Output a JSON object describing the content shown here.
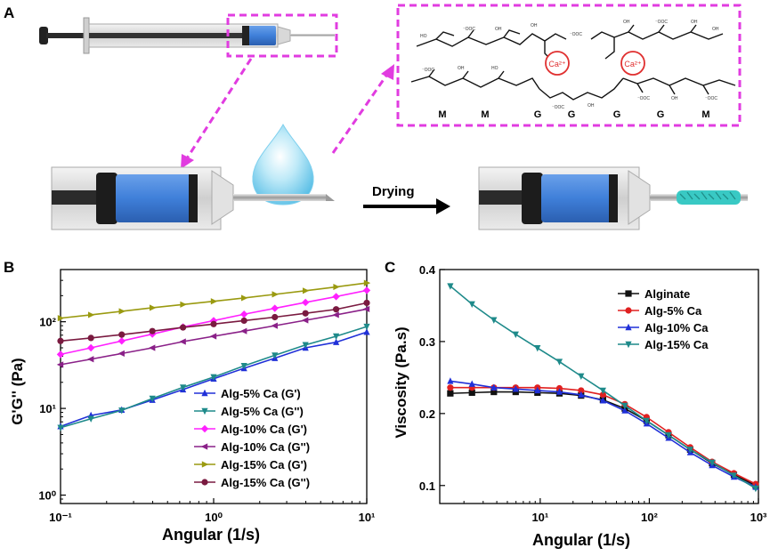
{
  "panels": {
    "a": {
      "letter": "A",
      "drying_label": "Drying",
      "ion_label": "Ca²⁺",
      "residues": [
        "M",
        "M",
        "G",
        "G",
        "G",
        "G",
        "M"
      ],
      "colors": {
        "hydrogel": "#3f7fd9",
        "frame": "#e13ce0",
        "ion": "#e03030",
        "drop": "#8fd6f0",
        "fiber": "#39c9c4"
      }
    },
    "b": {
      "letter": "B"
    },
    "c": {
      "letter": "C"
    }
  },
  "chart_data": [
    {
      "type": "line",
      "panel": "B",
      "xlabel": "Angular (1/s)",
      "ylabel": "G'G'' (Pa)",
      "xscale": "log",
      "yscale": "log",
      "xlim": [
        0.1,
        10
      ],
      "ylim": [
        0.8,
        400
      ],
      "xticks": [
        "10⁻¹",
        "10⁰",
        "10¹"
      ],
      "yticks": [
        "10⁰",
        "10¹",
        "10²"
      ],
      "legend_position": "bottom-center",
      "series": [
        {
          "name": "Alg-5% Ca (G')",
          "color": "#2030d8",
          "marker": "triangle-up",
          "x": [
            0.1,
            0.158,
            0.251,
            0.398,
            0.631,
            1.0,
            1.58,
            2.51,
            3.98,
            6.31,
            10
          ],
          "y": [
            6.2,
            8.3,
            9.6,
            12.5,
            16.5,
            22,
            29,
            38,
            50,
            58,
            76
          ]
        },
        {
          "name": "Alg-5% Ca (G'')",
          "color": "#1e8a8a",
          "marker": "triangle-down",
          "x": [
            0.1,
            0.158,
            0.251,
            0.398,
            0.631,
            1.0,
            1.58,
            2.51,
            3.98,
            6.31,
            10
          ],
          "y": [
            6.0,
            7.6,
            9.5,
            13,
            17.5,
            23,
            31,
            41,
            54,
            68,
            88
          ]
        },
        {
          "name": "Alg-10% Ca (G')",
          "color": "#ff20ff",
          "marker": "diamond",
          "x": [
            0.1,
            0.158,
            0.251,
            0.398,
            0.631,
            1.0,
            1.58,
            2.51,
            3.98,
            6.31,
            10
          ],
          "y": [
            42,
            50,
            60,
            72,
            87,
            103,
            122,
            143,
            167,
            195,
            230
          ]
        },
        {
          "name": "Alg-10% Ca (G'')",
          "color": "#8a2088",
          "marker": "triangle-left",
          "x": [
            0.1,
            0.158,
            0.251,
            0.398,
            0.631,
            1.0,
            1.58,
            2.51,
            3.98,
            6.31,
            10
          ],
          "y": [
            32,
            37,
            43,
            50,
            59,
            68,
            78,
            90,
            104,
            120,
            140
          ]
        },
        {
          "name": "Alg-15% Ca (G')",
          "color": "#9a9a10",
          "marker": "triangle-right",
          "x": [
            0.1,
            0.158,
            0.251,
            0.398,
            0.631,
            1.0,
            1.58,
            2.51,
            3.98,
            6.31,
            10
          ],
          "y": [
            110,
            120,
            132,
            145,
            158,
            172,
            188,
            207,
            228,
            252,
            280
          ]
        },
        {
          "name": "Alg-15% Ca (G'')",
          "color": "#7a1a40",
          "marker": "circle",
          "x": [
            0.1,
            0.158,
            0.251,
            0.398,
            0.631,
            1.0,
            1.58,
            2.51,
            3.98,
            6.31,
            10
          ],
          "y": [
            60,
            65,
            71,
            78,
            86,
            94,
            103,
            113,
            125,
            139,
            165
          ]
        }
      ]
    },
    {
      "type": "line",
      "panel": "C",
      "xlabel": "Angular (1/s)",
      "ylabel": "Viscosity (Pa.s)",
      "xscale": "log",
      "yscale": "linear",
      "xlim": [
        1.2,
        1000
      ],
      "ylim": [
        0.075,
        0.4
      ],
      "xticks": [
        "10¹",
        "10²",
        "10³"
      ],
      "yticks": [
        "0.1",
        "0.2",
        "0.3",
        "0.4"
      ],
      "legend_position": "top-right",
      "series": [
        {
          "name": "Alginate",
          "color": "#111111",
          "marker": "square",
          "x": [
            1.5,
            2.37,
            3.76,
            5.96,
            9.44,
            15,
            23.7,
            37.6,
            59.6,
            94.4,
            150,
            237,
            376,
            596,
            944
          ],
          "y": [
            0.228,
            0.229,
            0.23,
            0.23,
            0.229,
            0.228,
            0.225,
            0.219,
            0.207,
            0.19,
            0.17,
            0.15,
            0.131,
            0.115,
            0.1
          ]
        },
        {
          "name": "Alg-5% Ca",
          "color": "#e02020",
          "marker": "circle",
          "x": [
            1.5,
            2.37,
            3.76,
            5.96,
            9.44,
            15,
            23.7,
            37.6,
            59.6,
            94.4,
            150,
            237,
            376,
            596,
            944
          ],
          "y": [
            0.236,
            0.236,
            0.236,
            0.236,
            0.236,
            0.235,
            0.232,
            0.226,
            0.213,
            0.195,
            0.174,
            0.153,
            0.133,
            0.117,
            0.102
          ]
        },
        {
          "name": "Alg-10% Ca",
          "color": "#2030d8",
          "marker": "triangle-up",
          "x": [
            1.5,
            2.37,
            3.76,
            5.96,
            9.44,
            15,
            23.7,
            37.6,
            59.6,
            94.4,
            150,
            237,
            376,
            596,
            944
          ],
          "y": [
            0.245,
            0.241,
            0.236,
            0.234,
            0.232,
            0.23,
            0.226,
            0.218,
            0.204,
            0.186,
            0.166,
            0.146,
            0.128,
            0.112,
            0.098
          ]
        },
        {
          "name": "Alg-15% Ca",
          "color": "#1e8a8a",
          "marker": "triangle-down",
          "x": [
            1.5,
            2.37,
            3.76,
            5.96,
            9.44,
            15,
            23.7,
            37.6,
            59.6,
            94.4,
            150,
            237,
            376,
            596,
            944
          ],
          "y": [
            0.377,
            0.352,
            0.33,
            0.31,
            0.291,
            0.272,
            0.252,
            0.232,
            0.211,
            0.19,
            0.17,
            0.15,
            0.132,
            0.114,
            0.096
          ]
        }
      ]
    }
  ]
}
